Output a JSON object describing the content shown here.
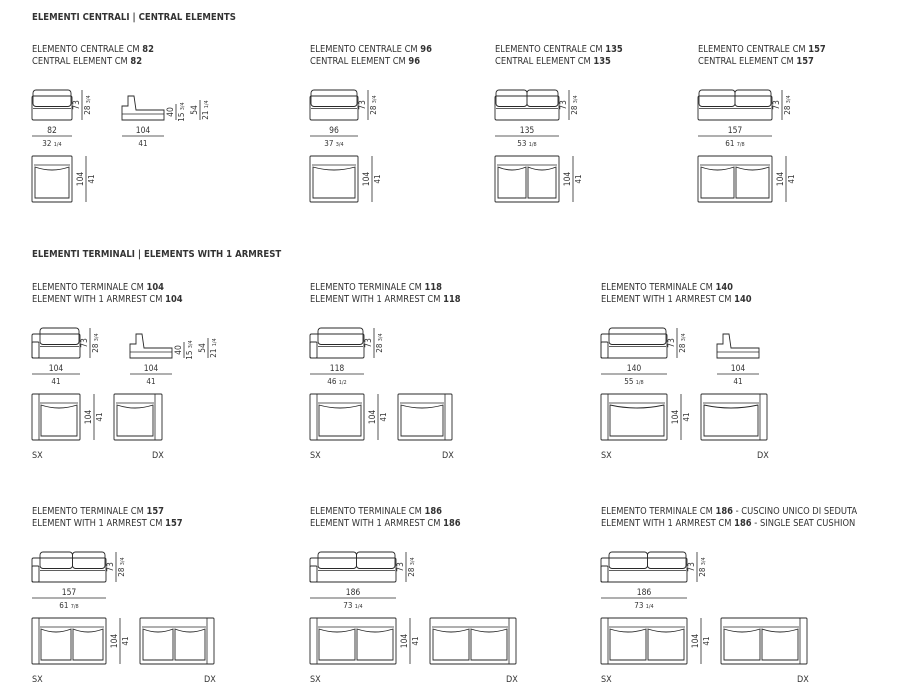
{
  "sections": [
    {
      "title": "ELEMENTI CENTRALI | CENTRAL ELEMENTS"
    },
    {
      "title": "ELEMENTI TERMINALI | ELEMENTS WITH 1 ARMREST"
    }
  ],
  "items": [
    {
      "id": "c82",
      "it_prefix": "ELEMENTO CENTRALE CM ",
      "it_size": "82",
      "en_prefix": "CENTRAL ELEMENT CM ",
      "en_size": "82",
      "width_cm": "82",
      "width_in": "32",
      "width_in_frac": "1/4",
      "height_cm": "73",
      "height_in": "28",
      "height_in_frac": "3/4",
      "depth_cm": "104",
      "depth_in": "41",
      "side": {
        "width_cm": "104",
        "width_in": "41",
        "seat_cm": "40",
        "seat_in": "15",
        "seat_in_frac": "3/4",
        "arm_cm": "54",
        "arm_in": "21",
        "arm_in_frac": "1/4"
      }
    },
    {
      "id": "c96",
      "it_prefix": "ELEMENTO CENTRALE CM ",
      "it_size": "96",
      "en_prefix": "CENTRAL ELEMENT CM ",
      "en_size": "96",
      "width_cm": "96",
      "width_in": "37",
      "width_in_frac": "3/4",
      "height_cm": "73",
      "height_in": "28",
      "height_in_frac": "3/4",
      "depth_cm": "104",
      "depth_in": "41"
    },
    {
      "id": "c135",
      "it_prefix": "ELEMENTO CENTRALE CM ",
      "it_size": "135",
      "en_prefix": "CENTRAL ELEMENT CM ",
      "en_size": "135",
      "width_cm": "135",
      "width_in": "53",
      "width_in_frac": "1/8",
      "height_cm": "73",
      "height_in": "28",
      "height_in_frac": "3/4",
      "depth_cm": "104",
      "depth_in": "41"
    },
    {
      "id": "c157",
      "it_prefix": "ELEMENTO CENTRALE CM ",
      "it_size": "157",
      "en_prefix": "CENTRAL ELEMENT CM ",
      "en_size": "157",
      "width_cm": "157",
      "width_in": "61",
      "width_in_frac": "7/8",
      "height_cm": "73",
      "height_in": "28",
      "height_in_frac": "3/4",
      "depth_cm": "104",
      "depth_in": "41"
    },
    {
      "id": "t104",
      "it_prefix": "ELEMENTO TERMINALE CM ",
      "it_size": "104",
      "en_prefix": "ELEMENT WITH 1 ARMREST CM ",
      "en_size": "104",
      "width_cm": "104",
      "width_in": "41",
      "width_in_frac": "",
      "height_cm": "73",
      "height_in": "28",
      "height_in_frac": "3/4",
      "depth_cm": "104",
      "depth_in": "41",
      "sx": "SX",
      "dx": "DX",
      "side": {
        "width_cm": "104",
        "width_in": "41",
        "seat_cm": "40",
        "seat_in": "15",
        "seat_in_frac": "3/4",
        "arm_cm": "54",
        "arm_in": "21",
        "arm_in_frac": "1/4"
      }
    },
    {
      "id": "t118",
      "it_prefix": "ELEMENTO TERMINALE CM ",
      "it_size": "118",
      "en_prefix": "ELEMENT WITH 1 ARMREST CM ",
      "en_size": "118",
      "width_cm": "118",
      "width_in": "46",
      "width_in_frac": "1/2",
      "height_cm": "73",
      "height_in": "28",
      "height_in_frac": "3/4",
      "depth_cm": "104",
      "depth_in": "41",
      "sx": "SX",
      "dx": "DX"
    },
    {
      "id": "t140",
      "it_prefix": "ELEMENTO TERMINALE CM ",
      "it_size": "140",
      "en_prefix": "ELEMENT WITH 1 ARMREST CM ",
      "en_size": "140",
      "width_cm": "140",
      "width_in": "55",
      "width_in_frac": "1/8",
      "height_cm": "73",
      "height_in": "28",
      "height_in_frac": "3/4",
      "depth_cm": "104",
      "depth_in": "41",
      "sx": "SX",
      "dx": "DX",
      "side": {
        "width_cm": "104",
        "width_in": "41"
      }
    },
    {
      "id": "t157",
      "it_prefix": "ELEMENTO TERMINALE CM ",
      "it_size": "157",
      "en_prefix": "ELEMENT WITH 1 ARMREST CM ",
      "en_size": "157",
      "width_cm": "157",
      "width_in": "61",
      "width_in_frac": "7/8",
      "height_cm": "73",
      "height_in": "28",
      "height_in_frac": "3/4",
      "depth_cm": "104",
      "depth_in": "41",
      "sx": "SX",
      "dx": "DX"
    },
    {
      "id": "t186",
      "it_prefix": "ELEMENTO TERMINALE CM ",
      "it_size": "186",
      "en_prefix": "ELEMENT WITH 1 ARMREST CM ",
      "en_size": "186",
      "width_cm": "186",
      "width_in": "73",
      "width_in_frac": "1/4",
      "height_cm": "73",
      "height_in": "28",
      "height_in_frac": "3/4",
      "depth_cm": "104",
      "depth_in": "41",
      "sx": "SX",
      "dx": "DX"
    },
    {
      "id": "t186s",
      "it_prefix": "ELEMENTO TERMINALE CM ",
      "it_size": "186",
      "it_suffix": " - CUSCINO UNICO DI SEDUTA",
      "en_prefix": "ELEMENT WITH 1 ARMREST CM ",
      "en_size": "186",
      "en_suffix": " - SINGLE SEAT CUSHION",
      "width_cm": "186",
      "width_in": "73",
      "width_in_frac": "1/4",
      "height_cm": "73",
      "height_in": "28",
      "height_in_frac": "3/4",
      "depth_cm": "104",
      "depth_in": "41",
      "sx": "SX",
      "dx": "DX"
    }
  ],
  "colors": {
    "ink": "#2a2a2a",
    "text": "#333333"
  }
}
